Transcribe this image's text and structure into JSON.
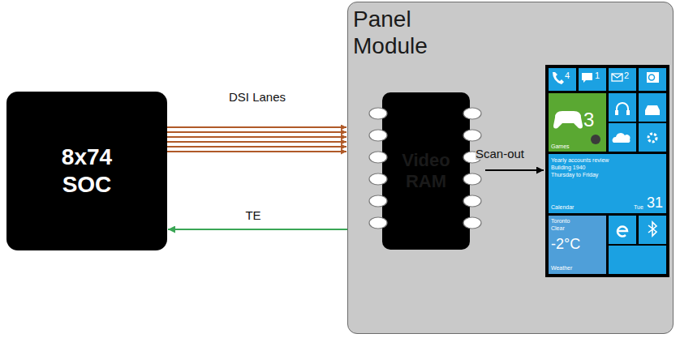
{
  "diagram": {
    "nodes": [
      {
        "text": [
          "8x74 SOC"
        ]
      },
      {
        "text": [
          "Panel Module"
        ]
      },
      {
        "text": [
          "Video RAM"
        ],
        "in": 1
      }
    ],
    "edges": [
      {
        "from": 0,
        "to": 1,
        "arrow": "to",
        "label": "DSI Lanes"
      },
      {
        "from": 0,
        "to": 1,
        "arrow": "to"
      },
      {
        "from": 0,
        "to": 1,
        "arrow": "to"
      },
      {
        "from": 0,
        "to": 1,
        "arrow": "to"
      },
      {
        "from": 0,
        "to": 1,
        "arrow": "to"
      },
      {
        "from": 0,
        "to": 1,
        "arrow": "to"
      },
      {
        "from": 1,
        "to": 0,
        "arrow": "to",
        "label": "TE"
      }
    ],
    "labels": [
      "Scan-out",
      "4",
      "1",
      "2",
      "3",
      "Games",
      "Yearly accounts review",
      "Building 1940",
      "Thursday to Friday",
      "Calendar",
      "Tue",
      "31",
      "Toronto",
      "Clear",
      "-2°C",
      "Weather"
    ]
  }
}
